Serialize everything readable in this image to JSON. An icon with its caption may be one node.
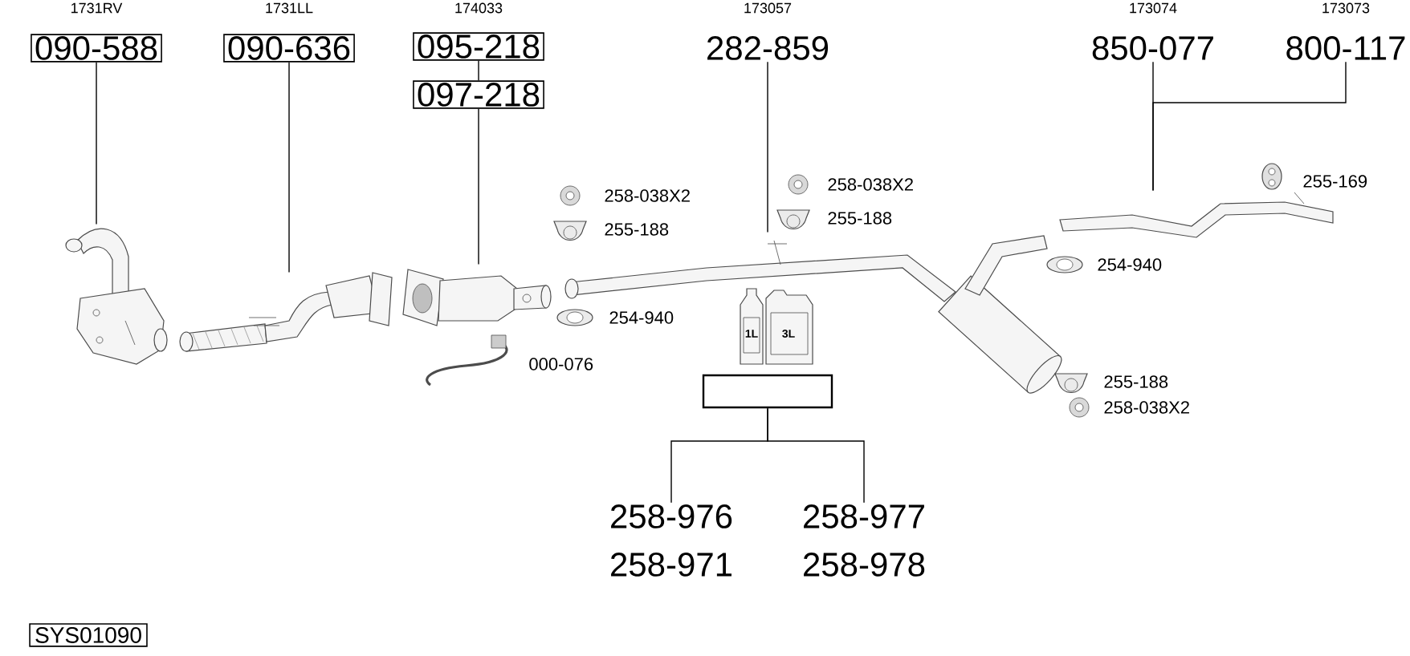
{
  "diagram": {
    "nodes": [
      {
        "text": [
          "090-588"
        ],
        "beside": [
          "1731RV"
        ]
      },
      {
        "text": [
          "090-636"
        ],
        "beside": [
          "1731LL"
        ]
      },
      {
        "text": [
          "095-218"
        ],
        "beside": [
          "174033"
        ]
      },
      {
        "text": [
          "097-218"
        ]
      },
      {
        "text": [
          "282-859"
        ],
        "beside": [
          "173057"
        ]
      },
      {
        "text": [
          "850-077"
        ],
        "beside": [
          "173074"
        ]
      },
      {
        "text": [
          "800-117"
        ],
        "beside": [
          "173073"
        ]
      },
      {
        "text": [],
        "shape": "box"
      },
      {
        "text": [
          "258-976"
        ]
      },
      {
        "text": [
          "258-971"
        ]
      },
      {
        "text": [
          "258-977"
        ]
      },
      {
        "text": [
          "258-978"
        ]
      },
      {
        "text": [],
        "shape": "picture"
      },
      {
        "text": [],
        "shape": "picture"
      },
      {
        "text": [],
        "shape": "picture"
      },
      {
        "text": [],
        "shape": "picture"
      },
      {
        "text": [],
        "shape": "picture"
      },
      {
        "text": [
          "SYS01090"
        ]
      }
    ],
    "edges": [
      {
        "from": 0,
        "to": 12,
        "arrow": "none"
      },
      {
        "from": 1,
        "to": 13,
        "arrow": "none"
      },
      {
        "from": 2,
        "to": 3,
        "arrow": "none"
      },
      {
        "from": 3,
        "to": 14,
        "arrow": "none"
      },
      {
        "from": 4,
        "to": 15,
        "arrow": "none"
      },
      {
        "from": 5,
        "to": 16,
        "arrow": "none"
      },
      {
        "from": 6,
        "to": 16,
        "arrow": "none"
      },
      {
        "from": 7,
        "to": 8,
        "arrow": "none"
      },
      {
        "from": 7,
        "to": 10,
        "arrow": "none"
      }
    ],
    "labels": [
      "258-038X2",
      "255-188",
      "254-940",
      "000-076",
      "258-038X2",
      "255-188",
      "255-169",
      "254-940",
      "1L",
      "3L",
      "255-188",
      "258-038X2"
    ]
  }
}
